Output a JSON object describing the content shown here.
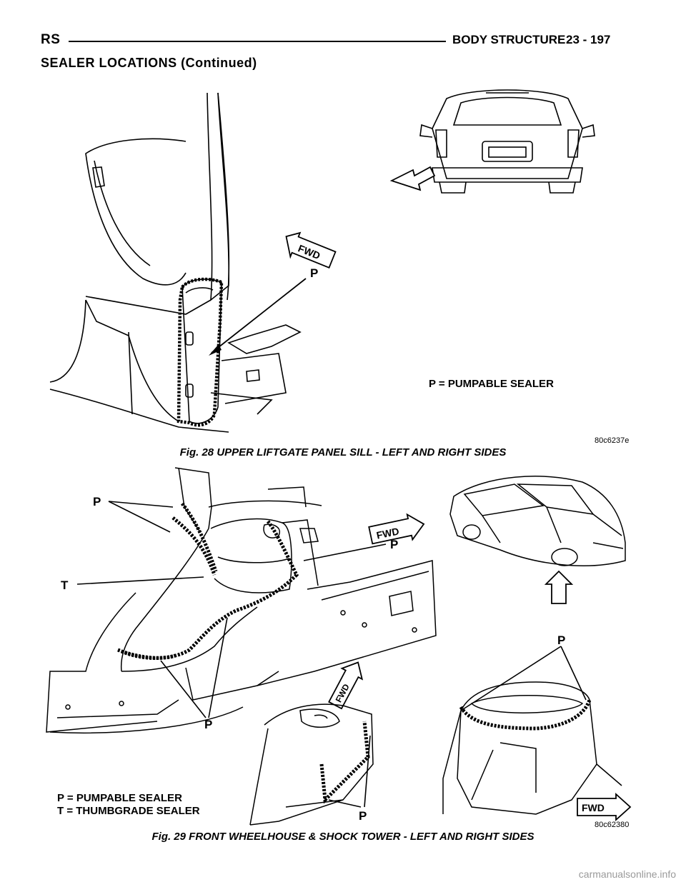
{
  "header": {
    "section_code": "RS",
    "chapter": "BODY STRUCTURE",
    "page": "23 - 197"
  },
  "section_title": "SEALER LOCATIONS (Continued)",
  "figure28": {
    "caption": "Fig. 28 UPPER LIFTGATE PANEL SILL - LEFT AND RIGHT SIDES",
    "image_code": "80c6237e",
    "fwd_label": "FWD",
    "callout_p": "P",
    "legend_p": "P = PUMPABLE SEALER"
  },
  "figure29": {
    "caption": "Fig. 29 FRONT WHEELHOUSE & SHOCK TOWER - LEFT AND RIGHT SIDES",
    "image_code": "80c62380",
    "fwd_label": "FWD",
    "callout_p": "P",
    "callout_t": "T",
    "legend_p": "P = PUMPABLE SEALER",
    "legend_t": "T = THUMBGRADE SEALER"
  },
  "footer": {
    "watermark": "carmanualsonline.info"
  }
}
